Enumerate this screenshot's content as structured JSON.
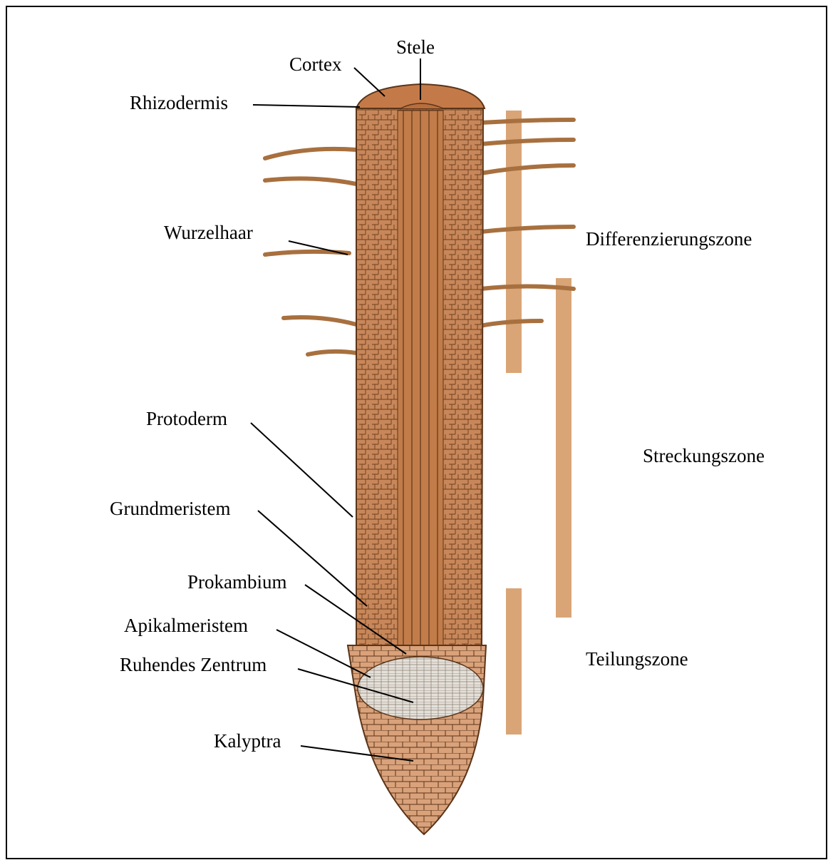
{
  "labels": {
    "stele": "Stele",
    "cortex": "Cortex",
    "rhizodermis": "Rhizodermis",
    "wurzelhaar": "Wurzelhaar",
    "protoderm": "Protoderm",
    "grundmeristem": "Grundmeristem",
    "prokambium": "Prokambium",
    "apikalmeristem": "Apikalmeristem",
    "ruhendes_zentrum": "Ruhendes Zentrum",
    "kalyptra": "Kalyptra"
  },
  "zones": {
    "differenzierung": "Differenzierungszone",
    "streckung": "Streckungszone",
    "teilung": "Teilungszone"
  },
  "colors": {
    "root_body": "#c8875a",
    "root_top": "#c47a48",
    "cell_lines": "#5a3418",
    "zone_bar": "#d9a577",
    "tip": "#d79f78",
    "resting_center": "#e6e2dc"
  }
}
